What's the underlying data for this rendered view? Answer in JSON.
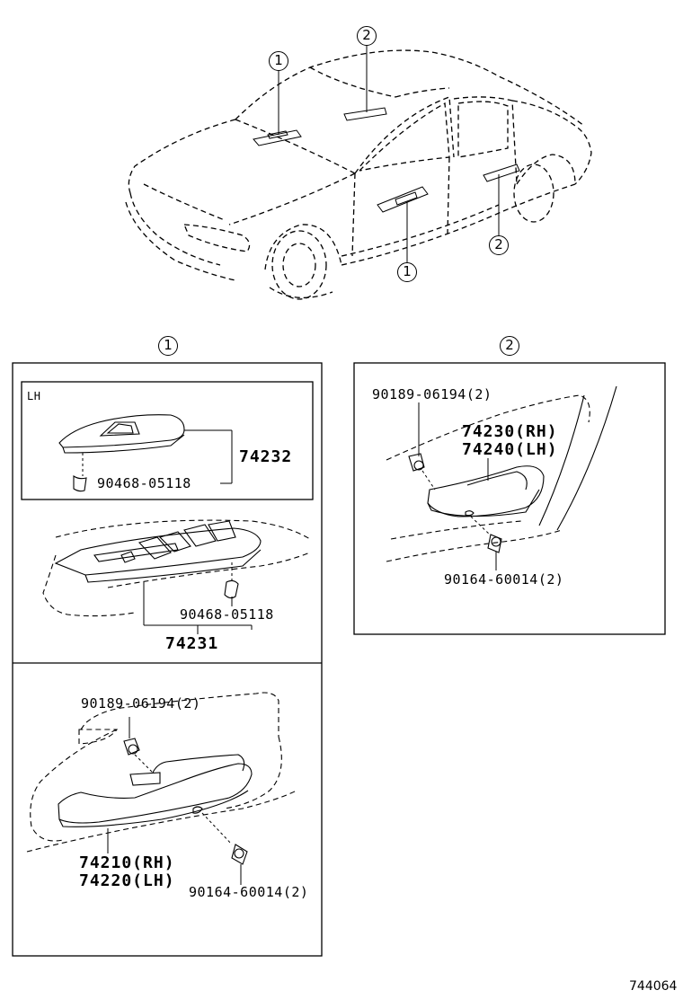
{
  "callouts": {
    "one": "1",
    "two": "2"
  },
  "section1": {
    "box_label": "LH",
    "lh_part": "74232",
    "lh_clip": "90468-05118",
    "rh_clip": "90468-05118",
    "rh_part": "74231",
    "lower_bolt": "90189-06194(2)",
    "lower_part_rh": "74210(RH)",
    "lower_part_lh": "74220(LH)",
    "lower_screw": "90164-60014(2)"
  },
  "section2": {
    "bolt": "90189-06194(2)",
    "part_rh": "74230(RH)",
    "part_lh": "74240(LH)",
    "screw": "90164-60014(2)"
  },
  "figure_id": "744064"
}
